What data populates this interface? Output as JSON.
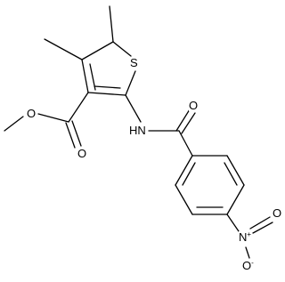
{
  "molecule": {
    "atoms": {
      "sulfur": "S",
      "ester_carbonyl_oxygen": "O",
      "ester_ether_oxygen": "O",
      "amide_nitrogen": "HN",
      "amide_oxygen": "O",
      "nitro_nitrogen": "N",
      "nitro_nitrogen_charge": "+",
      "nitro_oxygen_double": "O",
      "nitro_oxygen_single": "O",
      "nitro_oxygen_single_mark": "-"
    }
  }
}
